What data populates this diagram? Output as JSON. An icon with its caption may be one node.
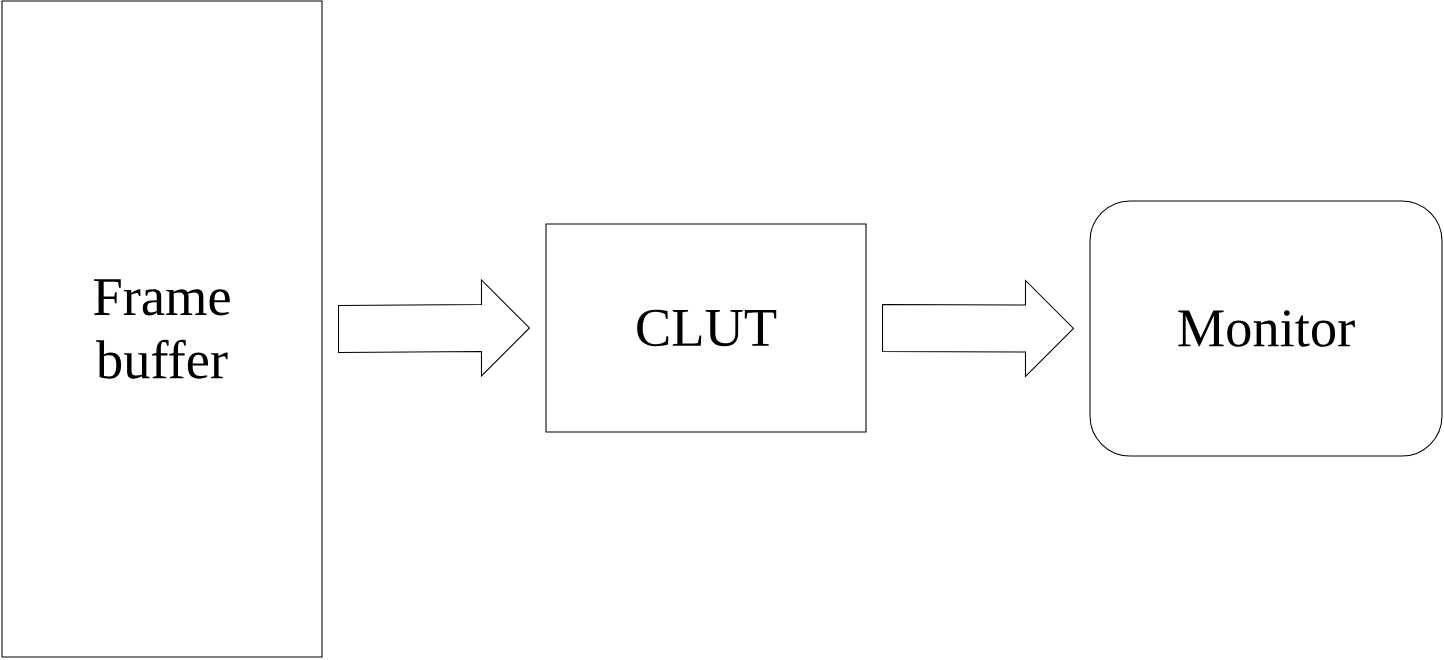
{
  "diagram": {
    "nodes": [
      {
        "text": [
          "Frame buffer"
        ]
      },
      {
        "text": [
          "CLUT"
        ]
      },
      {
        "text": [
          "Monitor"
        ]
      }
    ],
    "edges": [
      {
        "from": 0,
        "to": 1,
        "arrow": "to"
      },
      {
        "from": 1,
        "to": 2,
        "arrow": "to"
      }
    ]
  }
}
